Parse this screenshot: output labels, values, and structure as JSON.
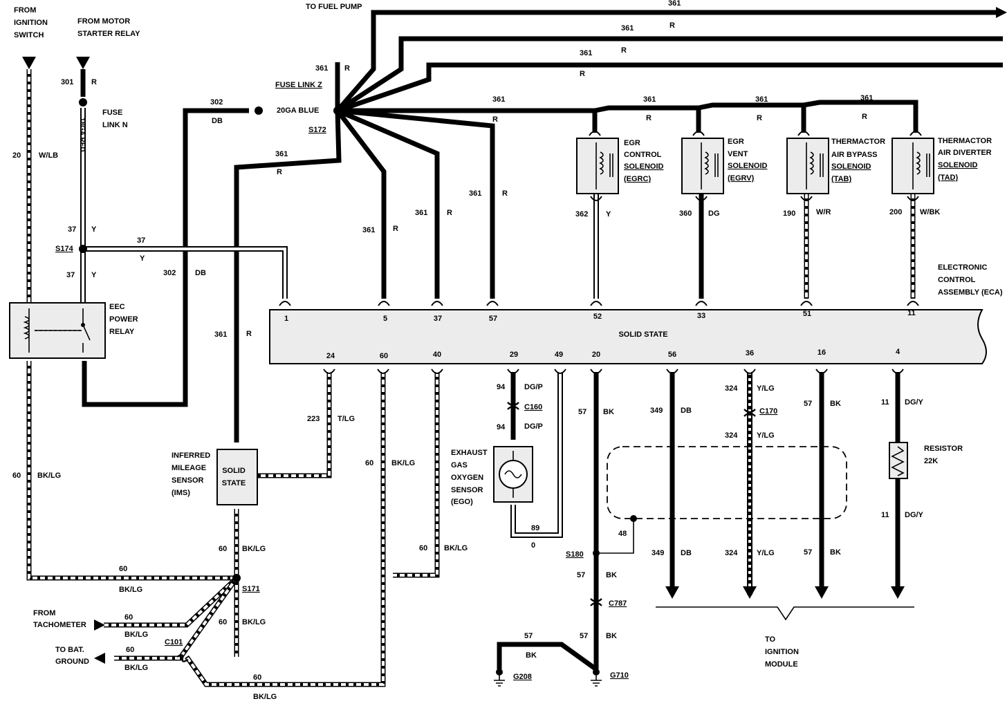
{
  "labels": {
    "from_ignition_switch": [
      "FROM",
      "IGNITION",
      "SWITCH"
    ],
    "from_motor_starter_relay": [
      "FROM MOTOR",
      "STARTER RELAY"
    ],
    "to_fuel_pump": "TO FUEL PUMP",
    "fuse_link_n": [
      "FUSE",
      "LINK N"
    ],
    "fuse_link_n_wire": "18GA RED",
    "fuse_link_z": "FUSE LINK Z",
    "fuse_link_z_wire": "20GA BLUE",
    "splice_s172": "S172",
    "splice_s174": "S174",
    "splice_s171": "S171",
    "splice_s180": "S180",
    "eec_power_relay": [
      "EEC",
      "POWER",
      "RELAY"
    ],
    "egr_control": [
      "EGR",
      "CONTROL",
      "SOLENOID",
      "(EGRC)"
    ],
    "egr_vent": [
      "EGR",
      "VENT",
      "SOLENOID",
      "(EGRV)"
    ],
    "thermactor_bypass": [
      "THERMACTOR",
      "AIR BYPASS",
      "SOLENOID",
      "(TAB)"
    ],
    "thermactor_diverter": [
      "THERMACTOR",
      "AIR DIVERTER",
      "SOLENOID",
      "(TAD)"
    ],
    "eca": [
      "ELECTRONIC",
      "CONTROL",
      "ASSEMBLY (ECA)"
    ],
    "solid_state": "SOLID STATE",
    "ims": [
      "INFERRED",
      "MILEAGE",
      "SENSOR",
      "(IMS)"
    ],
    "ims_inner": [
      "SOLID",
      "STATE"
    ],
    "ego": [
      "EXHAUST",
      "GAS",
      "OXYGEN",
      "SENSOR",
      "(EGO)"
    ],
    "resistor": [
      "RESISTOR",
      "22K"
    ],
    "connector_c160": "C160",
    "connector_c170": "C170",
    "connector_c787": "C787",
    "connector_c101": "C101",
    "ground_g208": "G208",
    "ground_g710": "G710",
    "from_tachometer": [
      "FROM",
      "TACHOMETER"
    ],
    "to_bat_ground": [
      "TO  BAT.",
      "GROUND"
    ],
    "to_ignition_module": [
      "TO",
      "IGNITION",
      "MODULE"
    ]
  },
  "eca_pins_top": [
    "1",
    "5",
    "37",
    "57",
    "52",
    "33",
    "51",
    "11"
  ],
  "eca_pins_bottom": [
    "24",
    "60",
    "40",
    "29",
    "49",
    "20",
    "56",
    "36",
    "16",
    "4"
  ],
  "wire_labels": [
    {
      "id": "w361_top1_n",
      "text": "361"
    },
    {
      "id": "w361_top2_n",
      "text": "361"
    },
    {
      "id": "w361_top2_c",
      "text": "R"
    },
    {
      "id": "w361_top3_n",
      "text": "361"
    },
    {
      "id": "w361_top3_c",
      "text": "R"
    },
    {
      "id": "w361_top4_c",
      "text": "R"
    },
    {
      "id": "w361_vert_n",
      "text": "361"
    },
    {
      "id": "w361_vert_c",
      "text": "R"
    },
    {
      "id": "w301_n",
      "text": "301"
    },
    {
      "id": "w301_c",
      "text": "R"
    },
    {
      "id": "w302_top_n",
      "text": "302"
    },
    {
      "id": "w302_top_c",
      "text": "DB"
    },
    {
      "id": "w361_ims_n",
      "text": "361"
    },
    {
      "id": "w361_ims_c",
      "text": "R"
    },
    {
      "id": "w361_pin5_n",
      "text": "361"
    },
    {
      "id": "w361_pin5_c",
      "text": "R"
    },
    {
      "id": "w361_pin37_n",
      "text": "361"
    },
    {
      "id": "w361_pin37_c",
      "text": "R"
    },
    {
      "id": "w361_pin57_n",
      "text": "361"
    },
    {
      "id": "w361_pin57_c",
      "text": "R"
    },
    {
      "id": "w361_bus1_n",
      "text": "361"
    },
    {
      "id": "w361_bus1_c",
      "text": "R"
    },
    {
      "id": "w361_bus2_n",
      "text": "361"
    },
    {
      "id": "w361_bus2_c",
      "text": "R"
    },
    {
      "id": "w361_bus3_n",
      "text": "361"
    },
    {
      "id": "w361_bus3_c",
      "text": "R"
    },
    {
      "id": "w361_bus4_n",
      "text": "361"
    },
    {
      "id": "w361_bus4_c",
      "text": "R"
    },
    {
      "id": "w20_n",
      "text": "20"
    },
    {
      "id": "w20_c",
      "text": "W/LB"
    },
    {
      "id": "w37a_n",
      "text": "37"
    },
    {
      "id": "w37a_c",
      "text": "Y"
    },
    {
      "id": "w37b_n",
      "text": "37"
    },
    {
      "id": "w37b_c",
      "text": "Y"
    },
    {
      "id": "w37h_n",
      "text": "37"
    },
    {
      "id": "w37h_c",
      "text": "Y"
    },
    {
      "id": "w302_mid_n",
      "text": "302"
    },
    {
      "id": "w302_mid_c",
      "text": "DB"
    },
    {
      "id": "w361_left_n",
      "text": "361"
    },
    {
      "id": "w361_left_c",
      "text": "R"
    },
    {
      "id": "w362_n",
      "text": "362"
    },
    {
      "id": "w362_c",
      "text": "Y"
    },
    {
      "id": "w360_n",
      "text": "360"
    },
    {
      "id": "w360_c",
      "text": "DG"
    },
    {
      "id": "w190_n",
      "text": "190"
    },
    {
      "id": "w190_c",
      "text": "W/R"
    },
    {
      "id": "w200_n",
      "text": "200"
    },
    {
      "id": "w200_c",
      "text": "W/BK"
    },
    {
      "id": "w60_left_n",
      "text": "60"
    },
    {
      "id": "w60_left_c",
      "text": "BK/LG"
    },
    {
      "id": "w223_n",
      "text": "223"
    },
    {
      "id": "w223_c",
      "text": "T/LG"
    },
    {
      "id": "w60_pin60_n",
      "text": "60"
    },
    {
      "id": "w60_pin60_c",
      "text": "BK/LG"
    },
    {
      "id": "w60_pin40_n",
      "text": "60"
    },
    {
      "id": "w60_pin40_c",
      "text": "BK/LG"
    },
    {
      "id": "w60_ims_n",
      "text": "60"
    },
    {
      "id": "w60_ims_c",
      "text": "BK/LG"
    },
    {
      "id": "w60_bus_n",
      "text": "60"
    },
    {
      "id": "w60_bus_c",
      "text": "BK/LG"
    },
    {
      "id": "w60_tach_n",
      "text": "60"
    },
    {
      "id": "w60_tach_c",
      "text": "BK/LG"
    },
    {
      "id": "w60_s171_n",
      "text": "60"
    },
    {
      "id": "w60_s171_c",
      "text": "BK/LG"
    },
    {
      "id": "w60_gnd_n",
      "text": "60"
    },
    {
      "id": "w60_gnd_c",
      "text": "BK/LG"
    },
    {
      "id": "w60_bot_n",
      "text": "60"
    },
    {
      "id": "w60_bot_c",
      "text": "BK/LG"
    },
    {
      "id": "w94a_n",
      "text": "94"
    },
    {
      "id": "w94a_c",
      "text": "DG/P"
    },
    {
      "id": "w94b_n",
      "text": "94"
    },
    {
      "id": "w94b_c",
      "text": "DG/P"
    },
    {
      "id": "w89_n",
      "text": "89"
    },
    {
      "id": "w89_c",
      "text": "0"
    },
    {
      "id": "w57a_n",
      "text": "57"
    },
    {
      "id": "w57a_c",
      "text": "BK"
    },
    {
      "id": "w48_n",
      "text": "48"
    },
    {
      "id": "w57b_n",
      "text": "57"
    },
    {
      "id": "w57b_c",
      "text": "BK"
    },
    {
      "id": "w57c_n",
      "text": "57"
    },
    {
      "id": "w57c_c",
      "text": "BK"
    },
    {
      "id": "w57g_n",
      "text": "57"
    },
    {
      "id": "w57g_c",
      "text": "BK"
    },
    {
      "id": "w349a_n",
      "text": "349"
    },
    {
      "id": "w349a_c",
      "text": "DB"
    },
    {
      "id": "w349b_n",
      "text": "349"
    },
    {
      "id": "w349b_c",
      "text": "DB"
    },
    {
      "id": "w324a_n",
      "text": "324"
    },
    {
      "id": "w324a_c",
      "text": "Y/LG"
    },
    {
      "id": "w324b_n",
      "text": "324"
    },
    {
      "id": "w324b_c",
      "text": "Y/LG"
    },
    {
      "id": "w324c_n",
      "text": "324"
    },
    {
      "id": "w324c_c",
      "text": "Y/LG"
    },
    {
      "id": "w57d_n",
      "text": "57"
    },
    {
      "id": "w57d_c",
      "text": "BK"
    },
    {
      "id": "w57e_n",
      "text": "57"
    },
    {
      "id": "w57e_c",
      "text": "BK"
    },
    {
      "id": "w11a_n",
      "text": "11"
    },
    {
      "id": "w11a_c",
      "text": "DG/Y"
    },
    {
      "id": "w11b_n",
      "text": "11"
    },
    {
      "id": "w11b_c",
      "text": "DG/Y"
    }
  ]
}
